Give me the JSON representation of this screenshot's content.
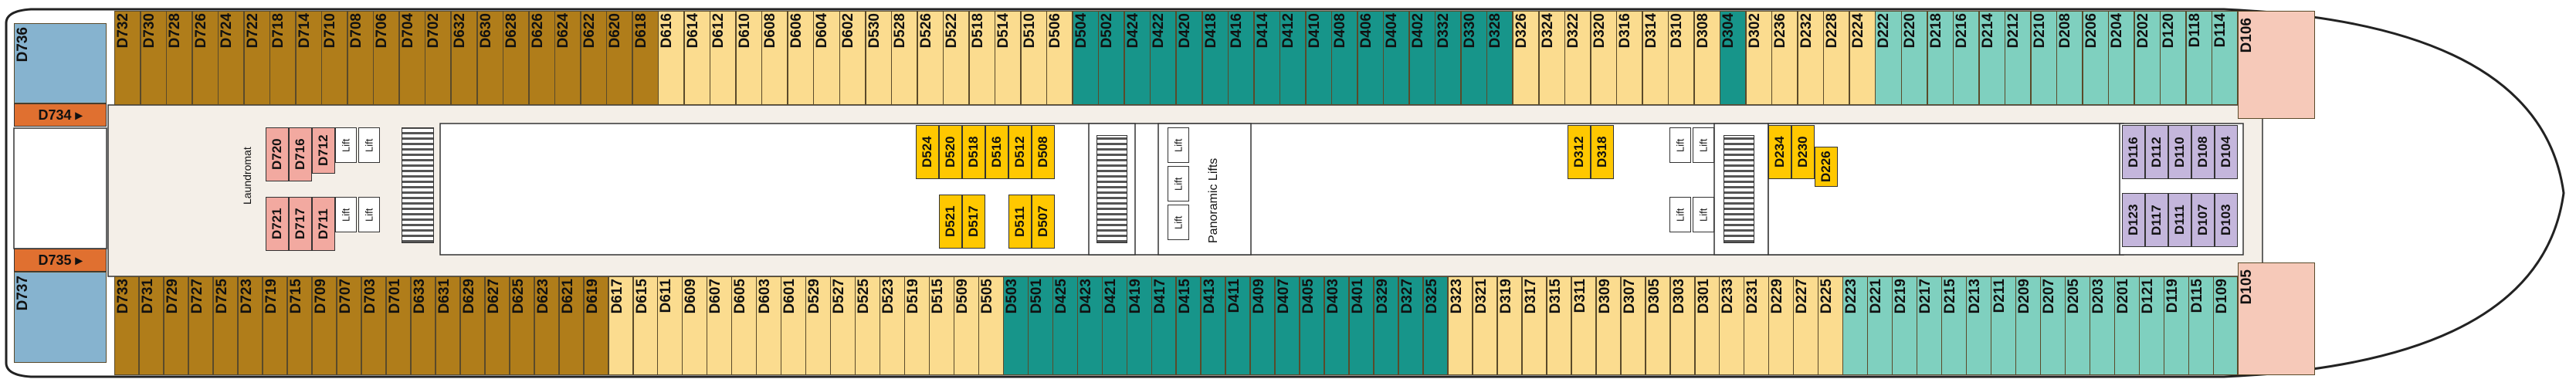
{
  "deck": {
    "colors": {
      "bronze": "#b07d1a",
      "light_yellow": "#fbdc8f",
      "teal": "#17958a",
      "mint": "#7fd0bf",
      "pink": "#f6c9b9",
      "blue": "#86b3cf",
      "gold": "#ffc800",
      "lavender": "#c4b6dc",
      "rose": "#f2a9a0",
      "orange": "#e07030",
      "corridor": "#f4efe8",
      "hull": "#ffffff"
    },
    "top_row": [
      {
        "label": "D732",
        "color": "bronze"
      },
      {
        "label": "D730",
        "color": "bronze"
      },
      {
        "label": "D728",
        "color": "bronze"
      },
      {
        "label": "D726",
        "color": "bronze"
      },
      {
        "label": "D724",
        "color": "bronze"
      },
      {
        "label": "D722",
        "color": "bronze"
      },
      {
        "label": "D718",
        "color": "bronze"
      },
      {
        "label": "D714",
        "color": "bronze"
      },
      {
        "label": "D710",
        "color": "bronze"
      },
      {
        "label": "D708",
        "color": "bronze"
      },
      {
        "label": "D706",
        "color": "bronze"
      },
      {
        "label": "D704",
        "color": "bronze"
      },
      {
        "label": "D702",
        "color": "bronze"
      },
      {
        "label": "D632",
        "color": "bronze"
      },
      {
        "label": "D630",
        "color": "bronze"
      },
      {
        "label": "D628",
        "color": "bronze"
      },
      {
        "label": "D626",
        "color": "bronze"
      },
      {
        "label": "D624",
        "color": "bronze"
      },
      {
        "label": "D622",
        "color": "bronze"
      },
      {
        "label": "D620",
        "color": "bronze"
      },
      {
        "label": "D618",
        "color": "bronze"
      },
      {
        "label": "D616",
        "color": "light_yellow"
      },
      {
        "label": "D614",
        "color": "light_yellow"
      },
      {
        "label": "D612",
        "color": "light_yellow"
      },
      {
        "label": "D610",
        "color": "light_yellow"
      },
      {
        "label": "D608",
        "color": "light_yellow"
      },
      {
        "label": "D606",
        "color": "light_yellow"
      },
      {
        "label": "D604",
        "color": "light_yellow"
      },
      {
        "label": "D602",
        "color": "light_yellow"
      },
      {
        "label": "D530",
        "color": "light_yellow"
      },
      {
        "label": "D528",
        "color": "light_yellow"
      },
      {
        "label": "D526",
        "color": "light_yellow"
      },
      {
        "label": "D522",
        "color": "light_yellow"
      },
      {
        "label": "D518",
        "color": "light_yellow"
      },
      {
        "label": "D514",
        "color": "light_yellow"
      },
      {
        "label": "D510",
        "color": "light_yellow"
      },
      {
        "label": "D506",
        "color": "light_yellow"
      },
      {
        "label": "D504",
        "color": "teal"
      },
      {
        "label": "D502",
        "color": "teal"
      },
      {
        "label": "D424",
        "color": "teal"
      },
      {
        "label": "D422",
        "color": "teal"
      },
      {
        "label": "D420",
        "color": "teal"
      },
      {
        "label": "D418",
        "color": "teal"
      },
      {
        "label": "D416",
        "color": "teal"
      },
      {
        "label": "D414",
        "color": "teal"
      },
      {
        "label": "D412",
        "color": "teal"
      },
      {
        "label": "D410",
        "color": "teal"
      },
      {
        "label": "D408",
        "color": "teal"
      },
      {
        "label": "D406",
        "color": "teal"
      },
      {
        "label": "D404",
        "color": "teal"
      },
      {
        "label": "D402",
        "color": "teal"
      },
      {
        "label": "D332",
        "color": "teal"
      },
      {
        "label": "D330",
        "color": "teal"
      },
      {
        "label": "D328",
        "color": "teal"
      },
      {
        "label": "D326",
        "color": "light_yellow"
      },
      {
        "label": "D324",
        "color": "light_yellow"
      },
      {
        "label": "D322",
        "color": "light_yellow"
      },
      {
        "label": "D320",
        "color": "light_yellow"
      },
      {
        "label": "D316",
        "color": "light_yellow"
      },
      {
        "label": "D314",
        "color": "light_yellow"
      },
      {
        "label": "D310",
        "color": "light_yellow"
      },
      {
        "label": "D308",
        "color": "light_yellow"
      },
      {
        "label": "D304",
        "color": "teal"
      },
      {
        "label": "D302",
        "color": "light_yellow"
      },
      {
        "label": "D236",
        "color": "light_yellow"
      },
      {
        "label": "D232",
        "color": "light_yellow"
      },
      {
        "label": "D228",
        "color": "light_yellow"
      },
      {
        "label": "D224",
        "color": "light_yellow"
      },
      {
        "label": "D222",
        "color": "mint"
      },
      {
        "label": "D220",
        "color": "mint"
      },
      {
        "label": "D218",
        "color": "mint"
      },
      {
        "label": "D216",
        "color": "mint"
      },
      {
        "label": "D214",
        "color": "mint"
      },
      {
        "label": "D212",
        "color": "mint"
      },
      {
        "label": "D210",
        "color": "mint"
      },
      {
        "label": "D208",
        "color": "mint"
      },
      {
        "label": "D206",
        "color": "mint"
      },
      {
        "label": "D204",
        "color": "mint"
      },
      {
        "label": "D202",
        "color": "mint"
      },
      {
        "label": "D120",
        "color": "mint"
      },
      {
        "label": "D118",
        "color": "mint"
      },
      {
        "label": "D114",
        "color": "mint"
      }
    ],
    "bottom_row": [
      {
        "label": "D733",
        "color": "bronze"
      },
      {
        "label": "D731",
        "color": "bronze"
      },
      {
        "label": "D729",
        "color": "bronze"
      },
      {
        "label": "D727",
        "color": "bronze"
      },
      {
        "label": "D725",
        "color": "bronze"
      },
      {
        "label": "D723",
        "color": "bronze"
      },
      {
        "label": "D719",
        "color": "bronze"
      },
      {
        "label": "D715",
        "color": "bronze"
      },
      {
        "label": "D709",
        "color": "bronze"
      },
      {
        "label": "D707",
        "color": "bronze"
      },
      {
        "label": "D703",
        "color": "bronze"
      },
      {
        "label": "D701",
        "color": "bronze"
      },
      {
        "label": "D633",
        "color": "bronze"
      },
      {
        "label": "D631",
        "color": "bronze"
      },
      {
        "label": "D629",
        "color": "bronze"
      },
      {
        "label": "D627",
        "color": "bronze"
      },
      {
        "label": "D625",
        "color": "bronze"
      },
      {
        "label": "D623",
        "color": "bronze"
      },
      {
        "label": "D621",
        "color": "bronze"
      },
      {
        "label": "D619",
        "color": "bronze"
      },
      {
        "label": "D617",
        "color": "light_yellow"
      },
      {
        "label": "D615",
        "color": "light_yellow"
      },
      {
        "label": "D611",
        "color": "light_yellow"
      },
      {
        "label": "D609",
        "color": "light_yellow"
      },
      {
        "label": "D607",
        "color": "light_yellow"
      },
      {
        "label": "D605",
        "color": "light_yellow"
      },
      {
        "label": "D603",
        "color": "light_yellow"
      },
      {
        "label": "D601",
        "color": "light_yellow"
      },
      {
        "label": "D529",
        "color": "light_yellow"
      },
      {
        "label": "D527",
        "color": "light_yellow"
      },
      {
        "label": "D525",
        "color": "light_yellow"
      },
      {
        "label": "D523",
        "color": "light_yellow"
      },
      {
        "label": "D519",
        "color": "light_yellow"
      },
      {
        "label": "D515",
        "color": "light_yellow"
      },
      {
        "label": "D509",
        "color": "light_yellow"
      },
      {
        "label": "D505",
        "color": "light_yellow"
      },
      {
        "label": "D503",
        "color": "teal"
      },
      {
        "label": "D501",
        "color": "teal"
      },
      {
        "label": "D425",
        "color": "teal"
      },
      {
        "label": "D423",
        "color": "teal"
      },
      {
        "label": "D421",
        "color": "teal"
      },
      {
        "label": "D419",
        "color": "teal"
      },
      {
        "label": "D417",
        "color": "teal"
      },
      {
        "label": "D415",
        "color": "teal"
      },
      {
        "label": "D413",
        "color": "teal"
      },
      {
        "label": "D411",
        "color": "teal"
      },
      {
        "label": "D409",
        "color": "teal"
      },
      {
        "label": "D407",
        "color": "teal"
      },
      {
        "label": "D405",
        "color": "teal"
      },
      {
        "label": "D403",
        "color": "teal"
      },
      {
        "label": "D401",
        "color": "teal"
      },
      {
        "label": "D329",
        "color": "teal"
      },
      {
        "label": "D327",
        "color": "teal"
      },
      {
        "label": "D325",
        "color": "teal"
      },
      {
        "label": "D323",
        "color": "light_yellow"
      },
      {
        "label": "D321",
        "color": "light_yellow"
      },
      {
        "label": "D319",
        "color": "light_yellow"
      },
      {
        "label": "D317",
        "color": "light_yellow"
      },
      {
        "label": "D315",
        "color": "light_yellow"
      },
      {
        "label": "D311",
        "color": "light_yellow"
      },
      {
        "label": "D309",
        "color": "light_yellow"
      },
      {
        "label": "D307",
        "color": "light_yellow"
      },
      {
        "label": "D305",
        "color": "light_yellow"
      },
      {
        "label": "D303",
        "color": "light_yellow"
      },
      {
        "label": "D301",
        "color": "light_yellow"
      },
      {
        "label": "D233",
        "color": "light_yellow"
      },
      {
        "label": "D231",
        "color": "light_yellow"
      },
      {
        "label": "D229",
        "color": "light_yellow"
      },
      {
        "label": "D227",
        "color": "light_yellow"
      },
      {
        "label": "D225",
        "color": "light_yellow"
      },
      {
        "label": "D223",
        "color": "mint"
      },
      {
        "label": "D221",
        "color": "mint"
      },
      {
        "label": "D219",
        "color": "mint"
      },
      {
        "label": "D217",
        "color": "mint"
      },
      {
        "label": "D215",
        "color": "mint"
      },
      {
        "label": "D213",
        "color": "mint"
      },
      {
        "label": "D211",
        "color": "mint"
      },
      {
        "label": "D209",
        "color": "mint"
      },
      {
        "label": "D207",
        "color": "mint"
      },
      {
        "label": "D205",
        "color": "mint"
      },
      {
        "label": "D203",
        "color": "mint"
      },
      {
        "label": "D201",
        "color": "mint"
      },
      {
        "label": "D121",
        "color": "mint"
      },
      {
        "label": "D119",
        "color": "mint"
      },
      {
        "label": "D115",
        "color": "mint"
      },
      {
        "label": "D109",
        "color": "mint"
      }
    ],
    "bow_cabins": [
      {
        "label": "D106",
        "color": "pink"
      },
      {
        "label": "D105",
        "color": "pink"
      }
    ],
    "stern_cabins": [
      {
        "label": "D736",
        "color": "blue"
      },
      {
        "label": "D737",
        "color": "blue"
      }
    ],
    "stern_tags": [
      "D734",
      "D735"
    ],
    "inner_gold": [
      "D524",
      "D520",
      "D521",
      "D518",
      "D516",
      "D517",
      "D512",
      "D511",
      "D508",
      "D507",
      "D312",
      "D318",
      "D234",
      "D230",
      "D226"
    ],
    "inner_rose": [
      "D720",
      "D716",
      "D721",
      "D717",
      "D712",
      "D711"
    ],
    "inner_lavender": [
      "D116",
      "D112",
      "D110",
      "D108",
      "D104",
      "D123",
      "D117",
      "D111",
      "D107",
      "D103"
    ],
    "labels": {
      "laundromat": "Laundromat",
      "panoramic_lifts": "Panoramic Lifts",
      "lift": "Lift"
    }
  }
}
